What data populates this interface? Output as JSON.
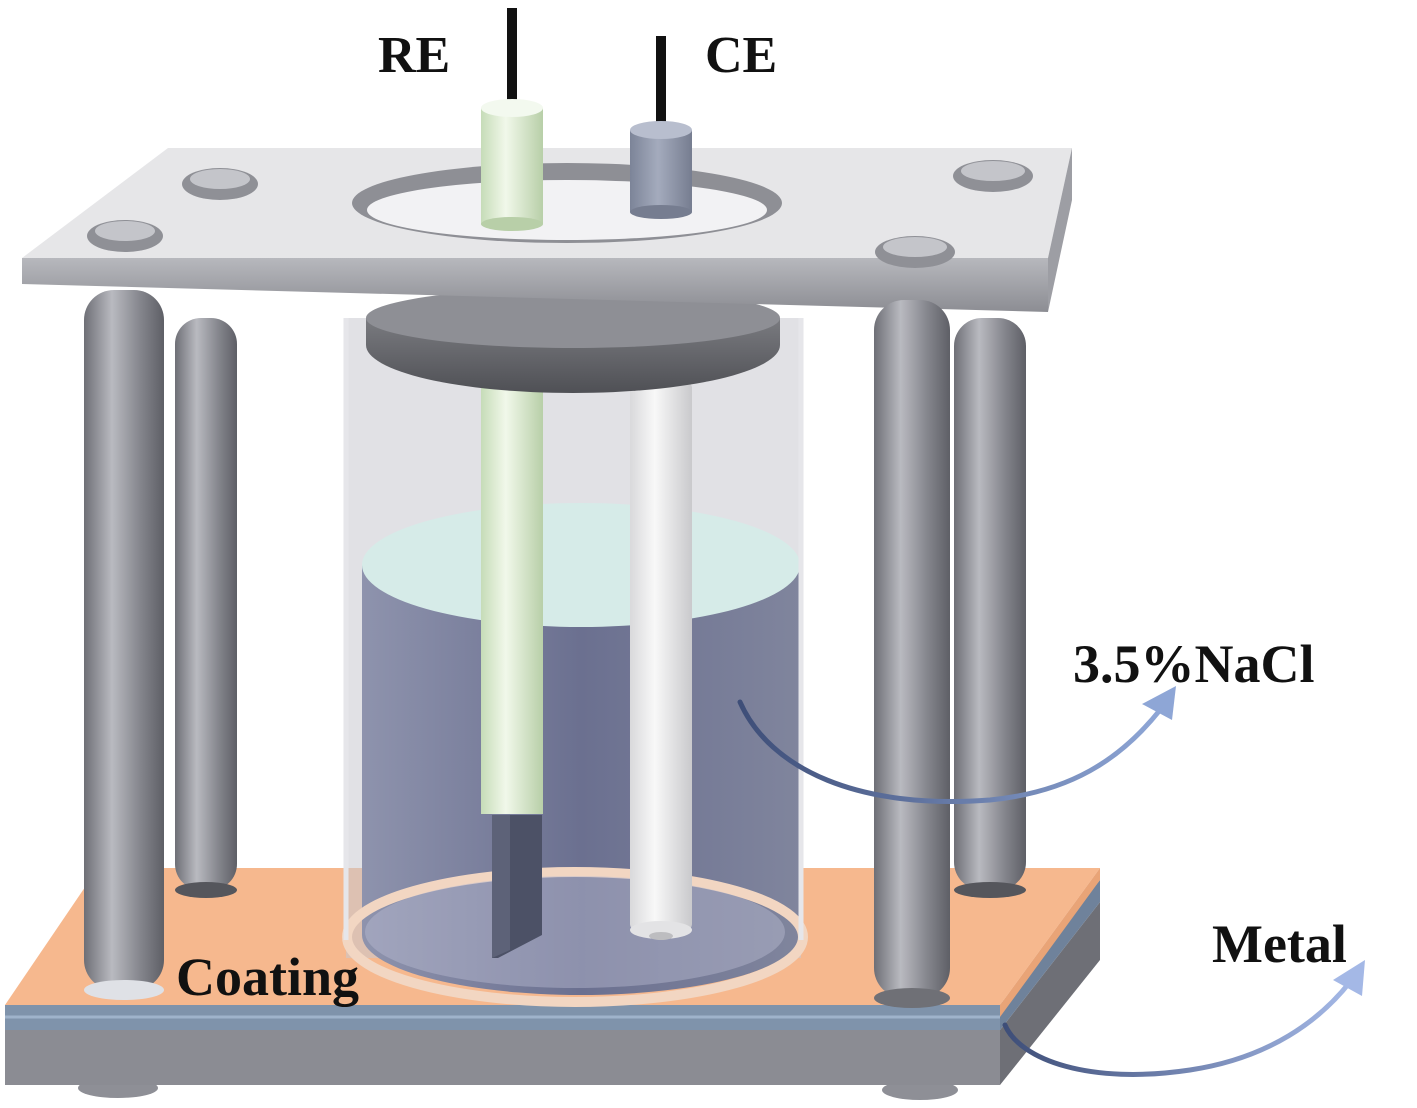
{
  "labels": {
    "reference_electrode": "RE",
    "counter_electrode": "CE",
    "electrolyte": "3.5%NaCl",
    "coating": "Coating",
    "metal": "Metal"
  },
  "colors": {
    "coating": "#f6b88e",
    "metal_layer": "#7f93ab",
    "rod": "#8a8b92",
    "plate": "#e6e6e8",
    "solution": "#6a6f8c",
    "solution_surface": "#d6ebe8",
    "re_electrode": "#dcebd2",
    "ce_electrode": "#8a92a6",
    "arrow": "#7f95c5"
  }
}
